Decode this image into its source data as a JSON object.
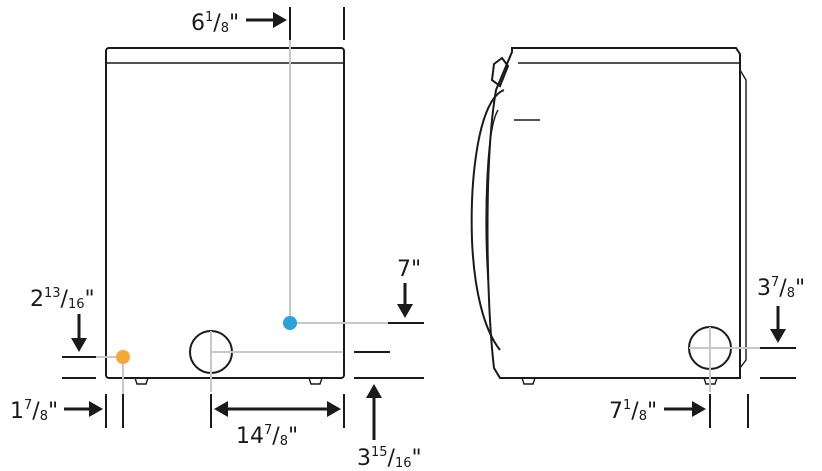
{
  "dimensions": {
    "front_top_offset": {
      "whole": "6",
      "num": "1",
      "den": "8",
      "unit": "\""
    },
    "front_blue_height": {
      "whole": "7",
      "num": "",
      "den": "",
      "unit": "\""
    },
    "front_orange_height": {
      "whole": "2",
      "num": "13",
      "den": "16",
      "unit": "\""
    },
    "front_orange_side": {
      "whole": "1",
      "num": "7",
      "den": "8",
      "unit": "\""
    },
    "front_vent_span": {
      "whole": "14",
      "num": "7",
      "den": "8",
      "unit": "\""
    },
    "front_vent_height": {
      "whole": "3",
      "num": "15",
      "den": "16",
      "unit": "\""
    },
    "side_vent_height": {
      "whole": "3",
      "num": "7",
      "den": "8",
      "unit": "\""
    },
    "side_vent_offset": {
      "whole": "7",
      "num": "1",
      "den": "8",
      "unit": "\""
    }
  },
  "markers": {
    "blue": "#29a3dc",
    "orange": "#f6a934"
  },
  "colors": {
    "line": "#1a1a1a",
    "guide": "#c8c8c8"
  }
}
